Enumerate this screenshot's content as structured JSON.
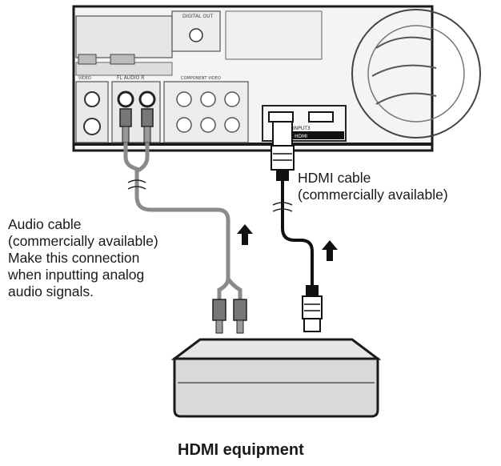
{
  "panel": {
    "digital_out": "DIGITAL OUT",
    "fl_audio": "FL AUDIO R",
    "input3": "INPUT3",
    "hdmi": "HDMI",
    "video": "VIDEO",
    "component": "COMPONENT VIDEO"
  },
  "labels": {
    "hdmi_cable_line1": "HDMI cable",
    "hdmi_cable_line2": "(commercially available)",
    "audio_cable_line1": "Audio cable",
    "audio_cable_line2": "(commercially available)",
    "audio_cable_line3": "Make this connection",
    "audio_cable_line4": "when inputting analog",
    "audio_cable_line5": "audio signals.",
    "equipment": "HDMI equipment"
  },
  "colors": {
    "line": "#1a1a1a",
    "cable_gray": "#8a8a8a",
    "panel_fill": "#f2f2f2",
    "device_fill": "#d9d9d9"
  }
}
